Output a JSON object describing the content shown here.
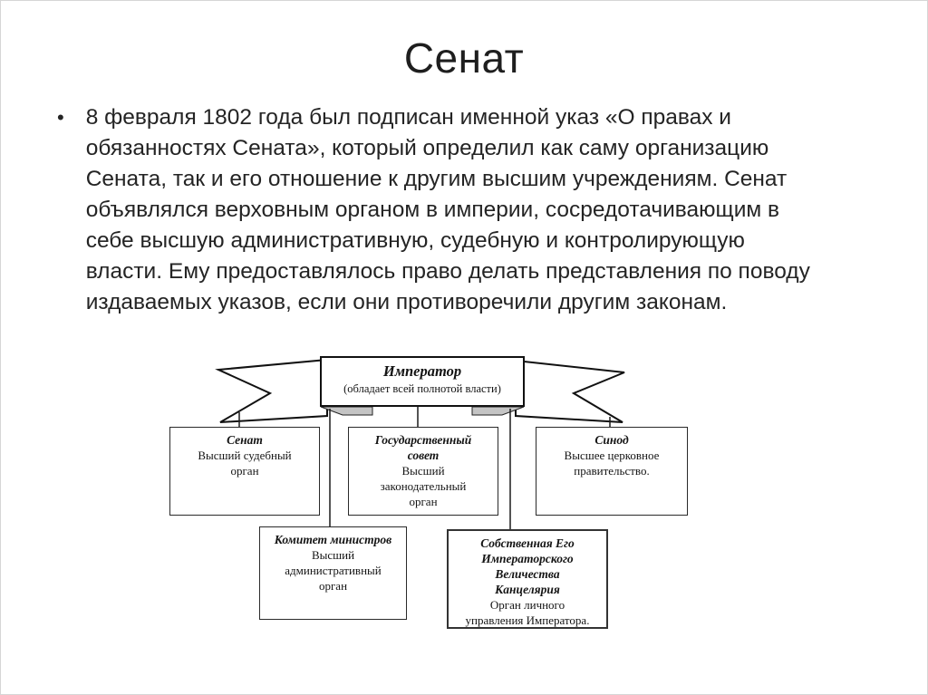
{
  "slide": {
    "title": "Сенат",
    "bullet": {
      "marker": "•",
      "text": "8 февраля 1802 года был подписан именной указ «О правах и\nобязанностях Сената», который определил как саму организацию\nСената, так и его отношение к другим высшим учреждениям. Сенат\nобъявлялся верховным органом в империи, сосредотачивающим в\nсебе высшую административную, судебную и контролирующую\nвласти. Ему предоставлялось право делать представления по поводу\nиздаваемых указов, если они противоречили другим законам."
    }
  },
  "diagram": {
    "emperor": {
      "title": "Император",
      "subtitle": "(обладает всей полнотой власти)"
    },
    "boxes": [
      {
        "id": "senate",
        "title": "Сенат",
        "body": "Высший судебный\nорган"
      },
      {
        "id": "council",
        "title": "Государственный\nсовет",
        "body": "Высший\nзаконодательный\nорган"
      },
      {
        "id": "synod",
        "title": "Синод",
        "body": "Высшее церковное\nправительство."
      },
      {
        "id": "committee",
        "title": "Комитет министров",
        "body": "Высший\nадминистративный\nорган"
      },
      {
        "id": "chancellery",
        "title": "Собственная Его\nИмператорского\nВеличества\nКанцелярия",
        "body": "Орган личного\nуправления Императора."
      }
    ],
    "colors": {
      "line": "#1b1b1b",
      "ribbon_outline": "#111111",
      "fold_fill": "#c4c4c4",
      "background": "#ffffff"
    }
  }
}
